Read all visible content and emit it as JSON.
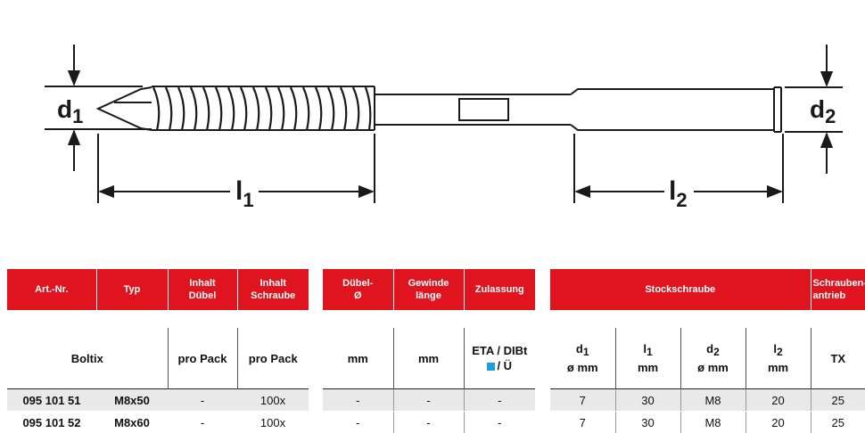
{
  "drawing": {
    "labels": {
      "d1_main": "d",
      "d1_sub": "1",
      "d2_main": "d",
      "d2_sub": "2",
      "l1_main": "l",
      "l1_sub": "1",
      "l2_main": "l",
      "l2_sub": "2"
    },
    "colors": {
      "line": "#1a1a1a"
    }
  },
  "table1": {
    "headers": [
      "Art.-Nr.",
      "Typ",
      "Inhalt Dübel",
      "Inhalt Schraube"
    ],
    "sub": {
      "boltix": "Boltix",
      "pro_pack_1": "pro Pack",
      "pro_pack_2": "pro Pack"
    },
    "rows": [
      {
        "art": "095 101 51",
        "typ": "M8x50",
        "duebel": "-",
        "schraube": "100x"
      },
      {
        "art": "095 101 52",
        "typ": "M8x60",
        "duebel": "-",
        "schraube": "100x"
      }
    ]
  },
  "table2": {
    "headers": [
      "Dübel-\nØ",
      "Gewinde\nlänge",
      "Zulassung"
    ],
    "sub": {
      "mm1": "mm",
      "mm2": "mm",
      "eta": "ETA / DIBt",
      "ue": "/ Ü"
    },
    "rows": [
      [
        "-",
        "-",
        "-"
      ],
      [
        "-",
        "-",
        "-"
      ]
    ]
  },
  "table3": {
    "headers": {
      "stock": "Stockschraube",
      "antrieb": "Schrauben-\nantrieb"
    },
    "sub": [
      {
        "main": "d",
        "sub": "1",
        "unit": "ø mm"
      },
      {
        "main": "l",
        "sub": "1",
        "unit": "mm"
      },
      {
        "main": "d",
        "sub": "2",
        "unit": "ø mm"
      },
      {
        "main": "l",
        "sub": "2",
        "unit": "mm"
      },
      {
        "main": "TX",
        "sub": "",
        "unit": ""
      }
    ],
    "rows": [
      [
        "7",
        "30",
        "M8",
        "20",
        "25"
      ],
      [
        "7",
        "30",
        "M8",
        "20",
        "25"
      ]
    ]
  },
  "colors": {
    "header_red": "#e0141e",
    "row_grey": "#e9e9e9",
    "eta_blue": "#1aa0e0"
  }
}
